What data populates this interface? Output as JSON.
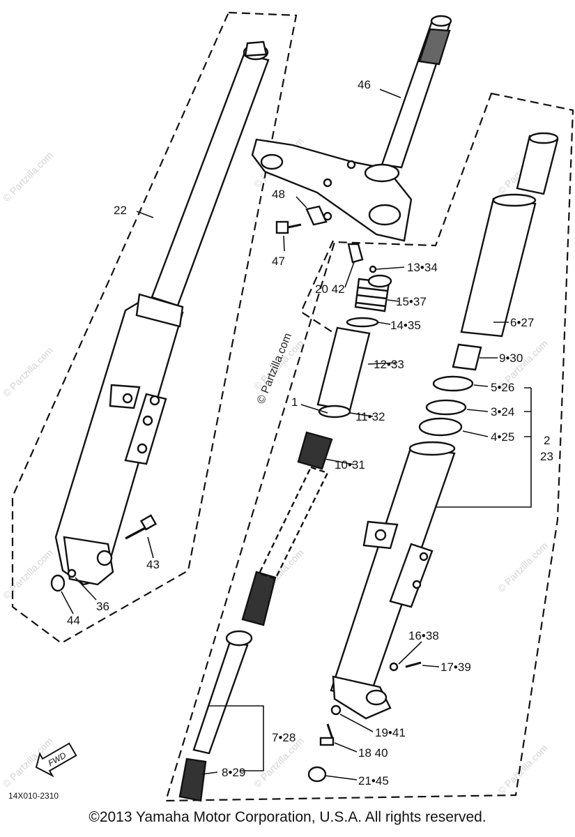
{
  "diagram": {
    "callouts": [
      {
        "id": "c22",
        "text": "22"
      },
      {
        "id": "c46",
        "text": "46"
      },
      {
        "id": "c48",
        "text": "48"
      },
      {
        "id": "c47",
        "text": "47"
      },
      {
        "id": "c13",
        "text": "13•34"
      },
      {
        "id": "c20",
        "text": "20 42"
      },
      {
        "id": "c15",
        "text": "15•37"
      },
      {
        "id": "c14",
        "text": "14•35"
      },
      {
        "id": "c12",
        "text": "12•33"
      },
      {
        "id": "c6",
        "text": "6•27"
      },
      {
        "id": "c9",
        "text": "9•30"
      },
      {
        "id": "c5",
        "text": "5•26"
      },
      {
        "id": "c3",
        "text": "3•24"
      },
      {
        "id": "c4",
        "text": "4•25"
      },
      {
        "id": "c2",
        "text": "2"
      },
      {
        "id": "c23",
        "text": "23"
      },
      {
        "id": "c1",
        "text": "1"
      },
      {
        "id": "c11",
        "text": "11•32"
      },
      {
        "id": "c10",
        "text": "10•31"
      },
      {
        "id": "c43",
        "text": "43"
      },
      {
        "id": "c36",
        "text": "36"
      },
      {
        "id": "c44",
        "text": "44"
      },
      {
        "id": "c16",
        "text": "16•38"
      },
      {
        "id": "c17",
        "text": "17•39"
      },
      {
        "id": "c19",
        "text": "19•41"
      },
      {
        "id": "c18",
        "text": "18 40"
      },
      {
        "id": "c21",
        "text": "21•45"
      },
      {
        "id": "c7",
        "text": "7•28"
      },
      {
        "id": "c8",
        "text": "8•29"
      }
    ],
    "fwd_label": "FWD",
    "drawing_code": "14X010-2310",
    "watermark_center": "© Partzilla.com",
    "watermark_repeat": "© Partzilla.com"
  },
  "footer": {
    "copyright": "©2013  Yamaha Motor Corporation, U.S.A. All rights reserved."
  }
}
